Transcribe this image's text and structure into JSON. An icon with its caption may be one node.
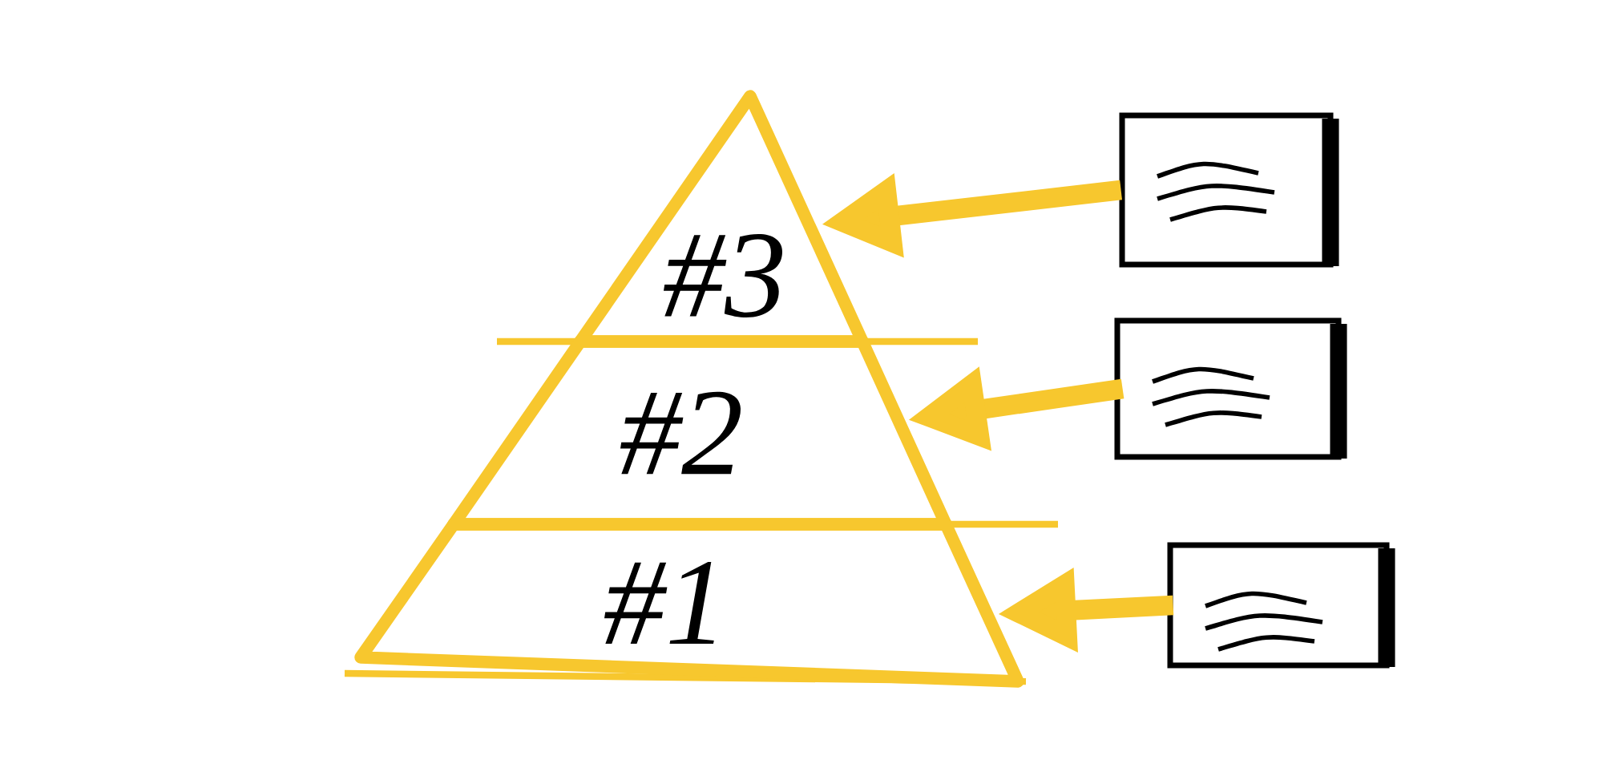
{
  "diagram": {
    "nodes": [
      {
        "text": [
          "#3"
        ]
      },
      {
        "text": [
          "#2"
        ]
      },
      {
        "text": [
          "#1"
        ]
      },
      {
        "text": [],
        "shape": "box"
      },
      {
        "text": [],
        "shape": "box"
      },
      {
        "text": [],
        "shape": "box"
      }
    ],
    "edges": [
      {
        "from": 3,
        "to": 0,
        "arrow": "to"
      },
      {
        "from": 4,
        "to": 1,
        "arrow": "to"
      },
      {
        "from": 5,
        "to": 2,
        "arrow": "to"
      }
    ]
  }
}
